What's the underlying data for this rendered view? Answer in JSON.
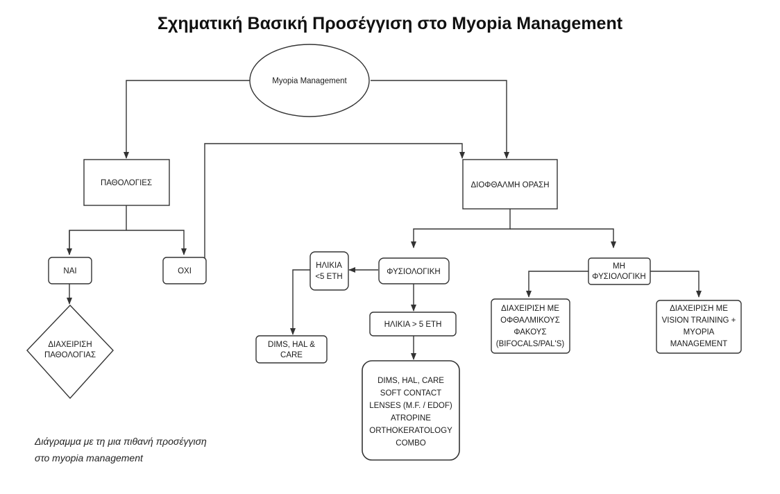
{
  "title": "Σχηματική Βασική Προσέγγιση στο Myopia Management",
  "caption": [
    "Διάγραμμα με τη μια πιθανή προσέγγιση",
    "στο myopia management"
  ],
  "nodes": {
    "root": [
      "Myopia Management"
    ],
    "pathologies": [
      "ΠΑΘΟΛΟΓΙΕΣ"
    ],
    "refractive": [
      "ΔΙΟΦΘΑΛΜΗ ΟΡΑΣΗ"
    ],
    "yes": [
      "ΝΑΙ"
    ],
    "no": [
      "ΟΧΙ"
    ],
    "pathology_management": [
      "ΔΙΑΧΕΙΡΙΣΗ",
      "ΠΑΘΟΛΟΓΙΑΣ"
    ],
    "physiological": [
      "ΦΥΣΙΟΛΟΓΙΚΗ"
    ],
    "age_under5": [
      "ΗΛΙΚΙΑ",
      "<5 ΕΤΗ"
    ],
    "age_over5": [
      "ΗΛΙΚΙΑ > 5 ΕΤΗ"
    ],
    "dims_under5": [
      "DIMS, HAL &",
      "CARE"
    ],
    "dims_over5": [
      "DIMS, HAL, CARE",
      "SOFT CONTACT",
      "LENSES (M.F. / EDOF)",
      "ATROPINE",
      "ORTHOKERATOLOGY",
      "COMBO"
    ],
    "non_physiological": [
      "ΜΗ",
      "ΦΥΣΙΟΛΟΓΙΚΗ"
    ],
    "ophthalmic_lenses": [
      "ΔΙΑΧΕΙΡΙΣΗ ΜΕ",
      "ΟΦΘΑΛΜΙΚΟΥΣ",
      "ΦΑΚΟΥΣ",
      "(BIFOCALS/PAL'S)"
    ],
    "vision_training": [
      "ΔΙΑΧΕΙΡΙΣΗ ΜΕ",
      "VISION TRAINING +",
      "MYOPIA",
      "MANAGEMENT"
    ]
  }
}
